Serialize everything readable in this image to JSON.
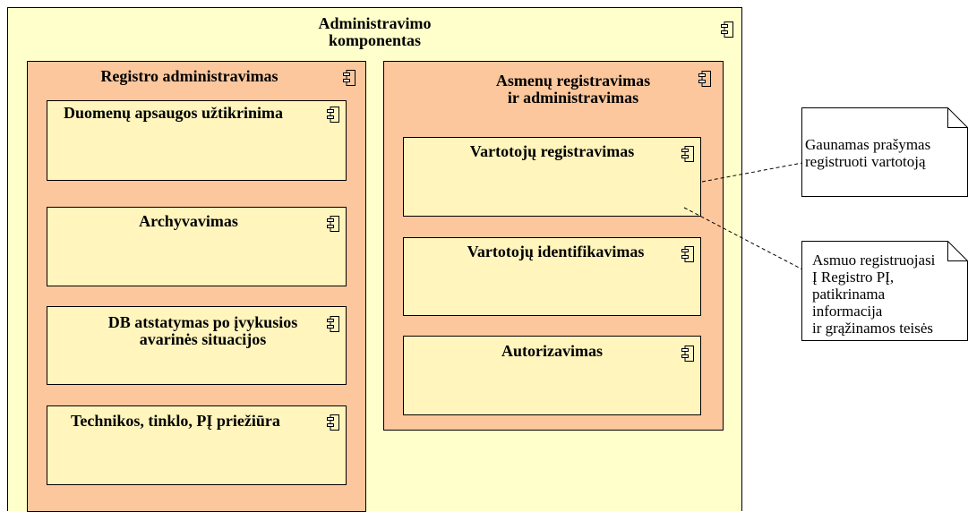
{
  "diagram": {
    "corner_mark": "--",
    "outer": {
      "title": "Administravimo\nkomponentas",
      "icon": "component-icon"
    },
    "groups": [
      {
        "title": "Registro administravimas",
        "components": [
          {
            "title": "Duomenų apsaugos užtikrinima"
          },
          {
            "title": "Archyvavimas"
          },
          {
            "title": "DB atstatymas po įvykusios\navarinės situacijos"
          },
          {
            "title": "Technikos, tinklo, PĮ priežiūra"
          }
        ]
      },
      {
        "title": "Asmenų registravimas\nir administravimas",
        "components": [
          {
            "title": "Vartotojų registravimas"
          },
          {
            "title": "Vartotojų identifikavimas"
          },
          {
            "title": "Autorizavimas"
          }
        ]
      }
    ],
    "notes": [
      {
        "text": "Gaunamas prašymas\nregistruoti vartotoją"
      },
      {
        "text": "Asmuo registruojasi\nĮ Registro PĮ,\npatikrinama\ninformacija\nir grąžinamos teisės"
      }
    ],
    "colors": {
      "outer_fill": "#ffffcc",
      "group_fill": "#fcc79d",
      "component_fill": "#fff5bd",
      "stroke": "#000000"
    }
  }
}
